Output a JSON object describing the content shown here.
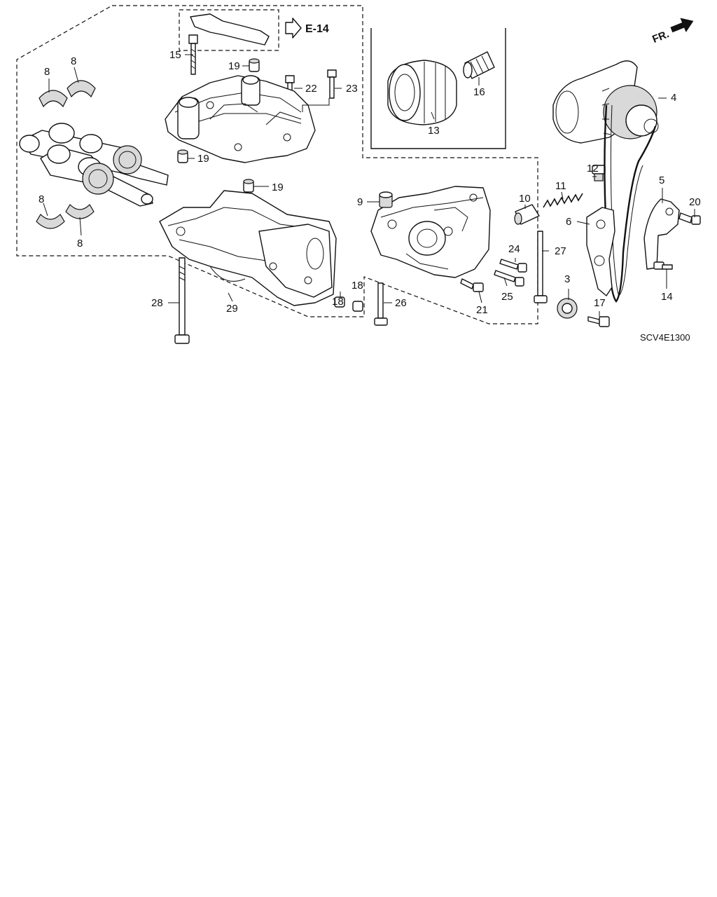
{
  "diagram": {
    "reference_label": "E-14",
    "orientation_label": "FR.",
    "diagram_code": "SCV4E1300",
    "callouts": [
      "3",
      "4",
      "5",
      "6",
      "8",
      "8",
      "8",
      "8",
      "9",
      "10",
      "11",
      "12",
      "13",
      "14",
      "15",
      "16",
      "17",
      "18",
      "18",
      "19",
      "19",
      "19",
      "20",
      "21",
      "22",
      "23",
      "24",
      "25",
      "26",
      "27",
      "28",
      "29"
    ]
  }
}
